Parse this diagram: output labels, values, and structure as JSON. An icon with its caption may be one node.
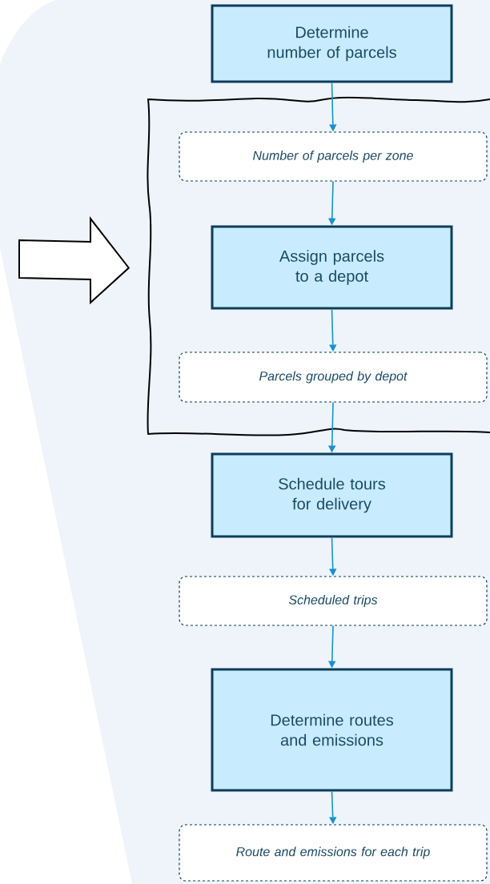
{
  "diagram": {
    "nodes": [
      {
        "text": [
          "Determine number of parcels"
        ]
      },
      {
        "text": [],
        "shape": "box"
      },
      {
        "text": [
          "Number of parcels per zone"
        ],
        "in": 1
      },
      {
        "text": [
          "Assign parcels to a depot"
        ],
        "in": 1
      },
      {
        "text": [
          "Parcels grouped by depot"
        ],
        "in": 1
      },
      {
        "text": [
          "Schedule tours for delivery"
        ]
      },
      {
        "text": [
          "Scheduled trips"
        ]
      },
      {
        "text": [
          "Determine routes and emissions"
        ]
      },
      {
        "text": [
          "Route and emissions for each trip"
        ]
      }
    ],
    "edges": [
      {
        "from": null,
        "to": 1,
        "arrow": "to"
      },
      {
        "from": 0,
        "to": 2,
        "arrow": "to"
      },
      {
        "from": 2,
        "to": 3,
        "arrow": "to"
      },
      {
        "from": 3,
        "to": 4,
        "arrow": "to"
      },
      {
        "from": 4,
        "to": 5,
        "arrow": "to"
      },
      {
        "from": 5,
        "to": 6,
        "arrow": "to"
      },
      {
        "from": 6,
        "to": 7,
        "arrow": "to"
      },
      {
        "from": 7,
        "to": 8,
        "arrow": "to"
      }
    ]
  }
}
